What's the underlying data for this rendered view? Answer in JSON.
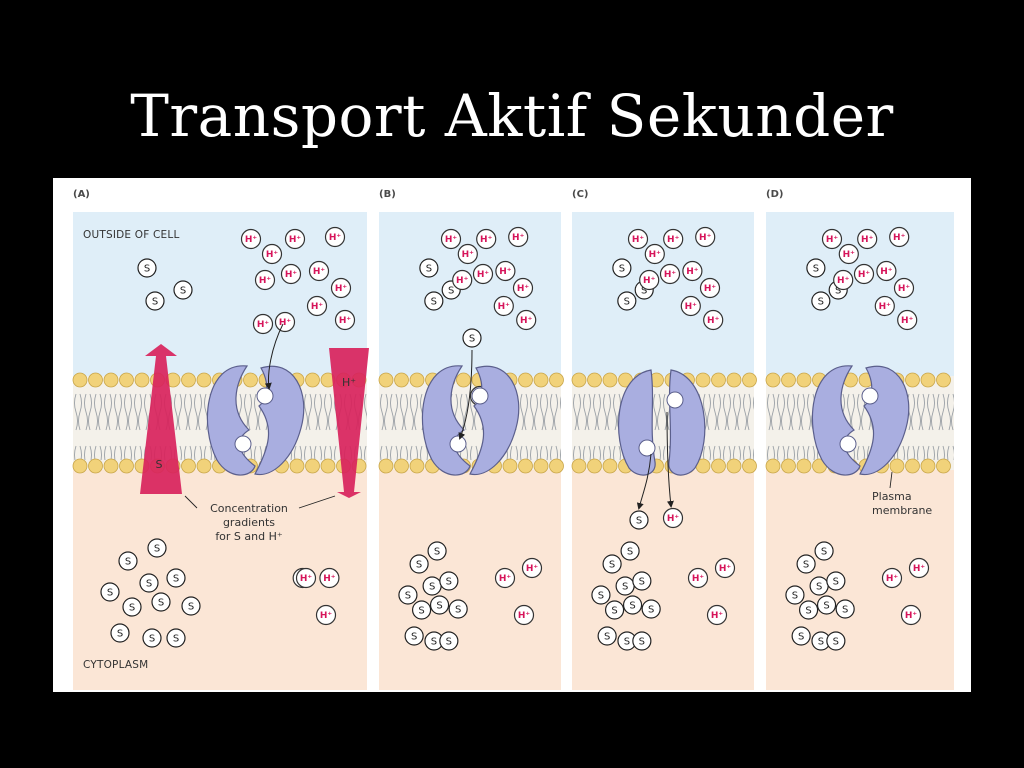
{
  "slide": {
    "title": "Transport Aktif Sekunder"
  },
  "figure": {
    "panels": [
      {
        "label": "(A)",
        "stage": "initial"
      },
      {
        "label": "(B)",
        "stage": "h-bound-s-binds"
      },
      {
        "label": "(C)",
        "stage": "release-inside"
      },
      {
        "label": "(D)",
        "stage": "reset"
      }
    ],
    "outside_label": "OUTSIDE OF CELL",
    "cytoplasm_label": "CYTOPLASM",
    "gradient_label_lines": [
      "Concentration",
      "gradients",
      "for S and H⁺"
    ],
    "gradient_h_label": "H⁺",
    "gradient_s_label": "S",
    "membrane_label_lines": [
      "Plasma",
      "membrane"
    ],
    "molecule_s_label": "S",
    "molecule_h_label": "H⁺",
    "colors": {
      "outside": "#dfeef8",
      "cytoplasm": "#fbe6d6",
      "lipid_head": "#f1d27a",
      "protein": "#a9aee0",
      "gradient": "#d8235c"
    }
  }
}
